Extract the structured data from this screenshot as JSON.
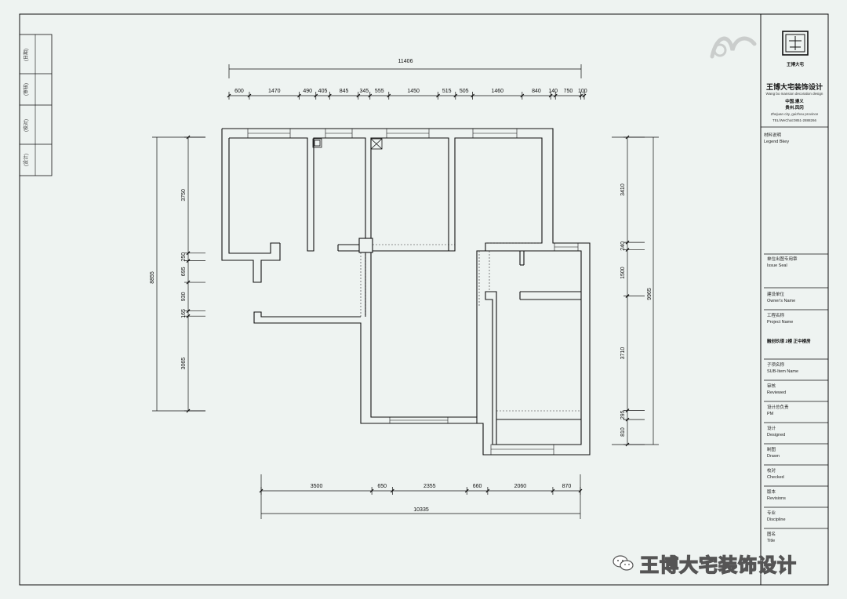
{
  "top_overall": "11406",
  "top_segments": [
    "600",
    "1470",
    "490",
    "405",
    "845",
    "345",
    "555",
    "1450",
    "515",
    "505",
    "1460",
    "840",
    "140",
    "750",
    "100"
  ],
  "bottom_segments": [
    "3500",
    "650",
    "2355",
    "660",
    "2060",
    "870"
  ],
  "bottom_overall": "10335",
  "left_overall": "8855",
  "left_segments": [
    "3750",
    "250",
    "695",
    "930",
    "165",
    "3065"
  ],
  "right_segments": [
    "3410",
    "240",
    "1500",
    "3710",
    "295",
    "810"
  ],
  "right_overall": "9965",
  "left_tabs": [
    "(日期)",
    "(审核)",
    "(校对)",
    "(设计)"
  ],
  "title_block": {
    "company_cn": "王博大宅装饰设计",
    "company_en": "Wang bo mansion decoration design",
    "address_cn_1": "中国.遵义",
    "address_cn_2": "贵州.凤冈",
    "address_en": "Zhejuan city, guizhou province",
    "tel": "TEL/WeChat:0851-2888266",
    "legend_cn": "材料说明",
    "legend_en": "Legend Bkey",
    "issue_cn": "单位出图专用章",
    "issue_en": "Issue Seal",
    "owner_cn": "建设单位",
    "owner_en": "Owner's Name",
    "project_cn": "工程名称",
    "project_en": "Project Name",
    "project_value": "融创玖璟 2楼 正中楼房",
    "sub_cn": "子项名称",
    "sub_en": "SUB-Item Name",
    "reviewed_cn": "审核",
    "reviewed_en": "Reviewed",
    "pm_cn": "设计总负责",
    "pm_en": "PM",
    "designed_cn": "设计",
    "designed_en": "Designed",
    "drawn_cn": "制图",
    "drawn_en": "Drawn",
    "checked_cn": "校对",
    "checked_en": "Checked",
    "revisions_cn": "版本",
    "revisions_en": "Revisions",
    "discipline_cn": "专业",
    "discipline_en": "Discipline",
    "title_cn": "图名",
    "title_en": "Title",
    "logo_chars": "王博大宅"
  },
  "watermark_text": "王博大宅装饰设计",
  "colors": {
    "background": "#eef3f1",
    "line": "#111111",
    "watermark_fill": "#ffffff"
  }
}
